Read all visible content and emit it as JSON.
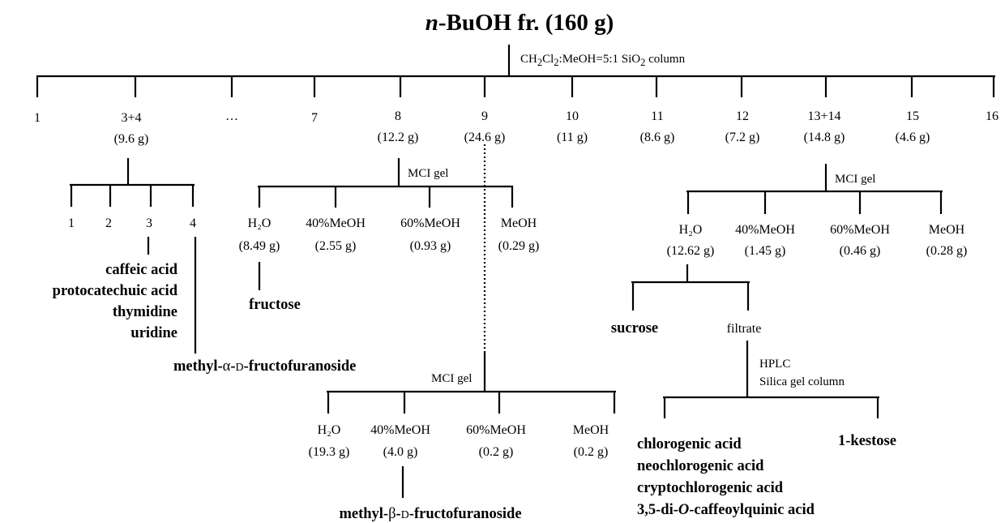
{
  "title": {
    "italic": "n",
    "rest": "-BuOH fr. (160 g)"
  },
  "column1": {
    "a": "CH",
    "s1": "2",
    "b": "Cl",
    "s2": "2",
    "c": ":MeOH=5:1 SiO",
    "s3": "2",
    "d": " column"
  },
  "fractions": [
    {
      "label": "1",
      "mass": ""
    },
    {
      "label": "3+4",
      "mass": "(9.6 g)"
    },
    {
      "label": "…",
      "mass": ""
    },
    {
      "label": "7",
      "mass": ""
    },
    {
      "label": "8",
      "mass": "(12.2 g)"
    },
    {
      "label": "9",
      "mass": "(24.6 g)"
    },
    {
      "label": "10",
      "mass": "(11 g)"
    },
    {
      "label": "11",
      "mass": "(8.6 g)"
    },
    {
      "label": "12",
      "mass": "(7.2 g)"
    },
    {
      "label": "13+14",
      "mass": "(14.8 g)"
    },
    {
      "label": "15",
      "mass": "(4.6 g)"
    },
    {
      "label": "16",
      "mass": ""
    }
  ],
  "sub34": [
    "1",
    "2",
    "3",
    "4"
  ],
  "sub3_compounds": [
    "caffeic acid",
    "protocatechuic acid",
    "thymidine",
    "uridine"
  ],
  "sub4_compound": {
    "pre": "methyl-",
    "greek": "α",
    "mid": "-",
    "sc": "D",
    "post": "-fructofuranoside"
  },
  "mci": "MCI gel",
  "f8_subs": [
    {
      "label": "H₂O",
      "mass": "(8.49 g)"
    },
    {
      "label": "40%MeOH",
      "mass": "(2.55 g)"
    },
    {
      "label": "60%MeOH",
      "mass": "(0.93 g)"
    },
    {
      "label": "MeOH",
      "mass": "(0.29 g)"
    }
  ],
  "fructose": "fructose",
  "f9_subs": [
    {
      "label": "H₂O",
      "mass": "(19.3 g)"
    },
    {
      "label": "40%MeOH",
      "mass": "(4.0 g)"
    },
    {
      "label": "60%MeOH",
      "mass": "(0.2 g)"
    },
    {
      "label": "MeOH",
      "mass": "(0.2 g)"
    }
  ],
  "f9_compound": {
    "pre": "methyl-",
    "greek": "β",
    "mid": "-",
    "sc": "D",
    "post": "-fructofuranoside"
  },
  "f1314_subs": [
    {
      "label": "H₂O",
      "mass": "(12.62 g)"
    },
    {
      "label": "40%MeOH",
      "mass": "(1.45 g)"
    },
    {
      "label": "60%MeOH",
      "mass": "(0.46 g)"
    },
    {
      "label": "MeOH",
      "mass": "(0.28 g)"
    }
  ],
  "sucrose": "sucrose",
  "filtrate": "filtrate",
  "hplc": [
    "HPLC",
    "Silica gel column"
  ],
  "hplc_left": [
    "chlorogenic acid",
    "neochlorogenic acid",
    "cryptochlorogenic acid"
  ],
  "hplc_left_last": {
    "pre": "3,5-di-",
    "ital": "O",
    "post": "-caffeoylquinic acid"
  },
  "kestose": "1-kestose"
}
